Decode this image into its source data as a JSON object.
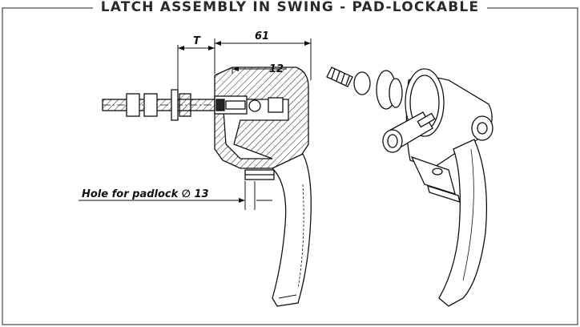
{
  "title": "LATCH ASSEMBLY IN SWING - PAD-LOCKABLE",
  "dimensions": {
    "thickness": "T",
    "overall": "61",
    "offset": "12"
  },
  "notes": {
    "padlock_hole": "Hole for padlock ∅ 13"
  }
}
